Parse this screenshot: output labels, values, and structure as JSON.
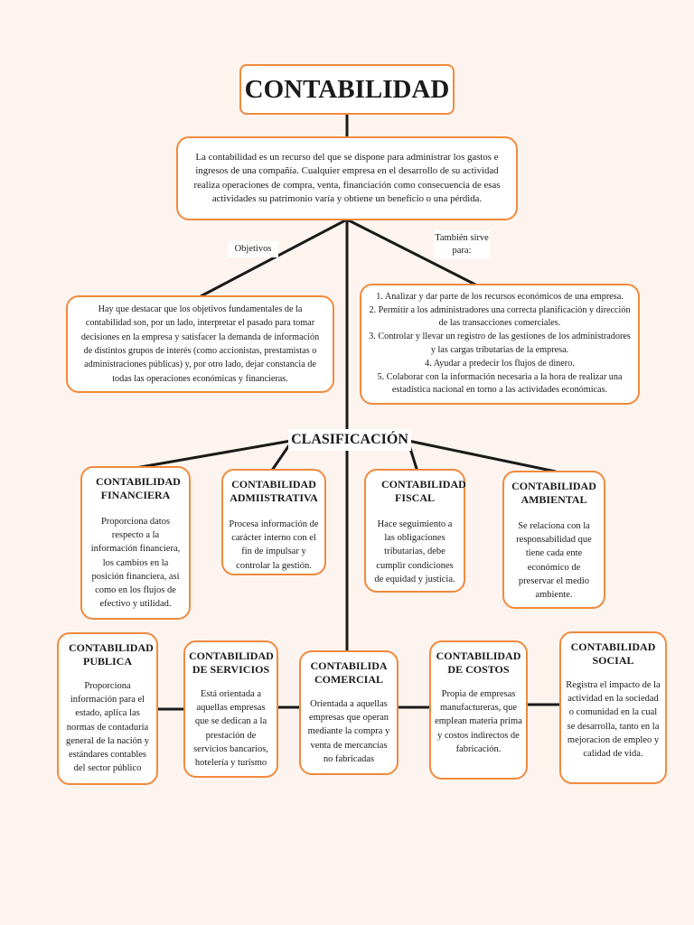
{
  "title": "CONTABILIDAD",
  "definition": "La contabilidad es un recurso del que se dispone para administrar los gastos e ingresos de una compañía. Cualquier empresa en el desarrollo de su actividad realiza operaciones de compra, venta, financiación como consecuencia de esas actividades su patrimonio varía y obtiene un beneficio o una pérdida.",
  "labels": {
    "objetivos": "Objetivos",
    "tambien": "También sirve para:"
  },
  "objectives_text": "Hay que destacar que los objetivos fundamentales de la contabilidad son, por un lado, interpretar el pasado para tomar decisiones en la empresa y satisfacer la demanda de información de distintos grupos de interés (como accionistas, prestamistas o administraciones públicas) y, por otro lado, dejar constancia de todas las operaciones económicas y financieras.",
  "uses": [
    "1. Analizar y dar parte de los recursos económicos de una empresa.",
    "2. Permitir a los administradores una correcta planificación y dirección de las transacciones comerciales.",
    "3. Controlar y llevar un registro de las gestiones de los administradores y las cargas tributarias de la empresa.",
    "4. Ayudar a predecir los flujos de dinero.",
    "5. Colaborar con la información necesaria a la hora de realizar una estadística nacional en torno a las actividades económicas."
  ],
  "classification_title": "CLASIFICACIÓN",
  "types": [
    {
      "title": "CONTABILIDAD FINANCIERA",
      "text": "Proporciona datos respecto a la información financiera, los cambios en la posición financiera, así como en los flujos de efectivo y utilidad."
    },
    {
      "title": "CONTABILIDAD ADMIISTRATIVA",
      "text": "Procesa información de carácter interno con el fin de impulsar y controlar la gestión."
    },
    {
      "title": "CONTABILIDAD FISCAL",
      "text": "Hace seguimiento a las obligaciones tributarias, debe cumplir condiciones de equidad y justicia."
    },
    {
      "title": "CONTABILIDAD AMBIENTAL",
      "text": "Se relaciona con la responsabilidad que tiene cada ente económico de preservar el medio ambiente."
    },
    {
      "title": "CONTABILIDAD PUBLICA",
      "text": "Proporciona información para el estado, aplica las normas de contaduría general de la nación y estándares contables del sector público"
    },
    {
      "title": "CONTABILIDAD DE SERVICIOS",
      "text": "Está orientada a aquellas empresas que se dedican a la prestación de servicios bancarios, hotelería y turismo"
    },
    {
      "title": "CONTABILIDA COMERCIAL",
      "text": "Orientada a aquellas empresas que operan mediante la compra y venta de mercancías no fabricadas"
    },
    {
      "title": "CONTABILIDAD DE COSTOS",
      "text": "Propia de empresas manufactureras, que emplean materia prima y costos indirectos de fabricación."
    },
    {
      "title": "CONTABILIDAD SOCIAL",
      "text": "Registra el impacto de la actividad en la sociedad o comunidad en la cual se desarrolla, tanto en la mejoracion de empleo y calidad de vida."
    }
  ]
}
